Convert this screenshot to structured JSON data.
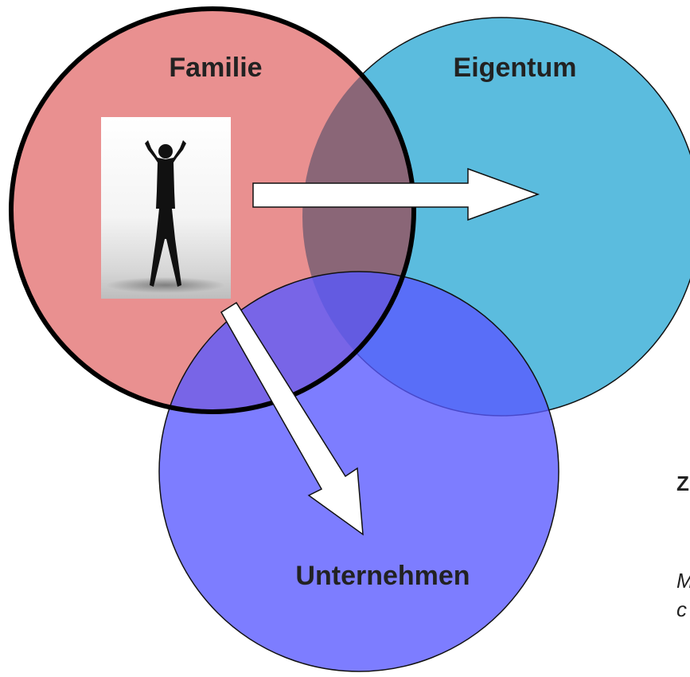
{
  "circles": {
    "familie": {
      "label": "Familie",
      "color": "#e99090"
    },
    "eigentum": {
      "label": "Eigentum",
      "color": "#5bbcde"
    },
    "unternehmen": {
      "label": "Unternehmen",
      "color": "#7b7bff"
    }
  },
  "side_text": {
    "heading_fragment": "Z",
    "line1_fragment": "M",
    "line2_fragment": "c"
  },
  "image": {
    "icon": "person-silhouette-arms-raised"
  }
}
